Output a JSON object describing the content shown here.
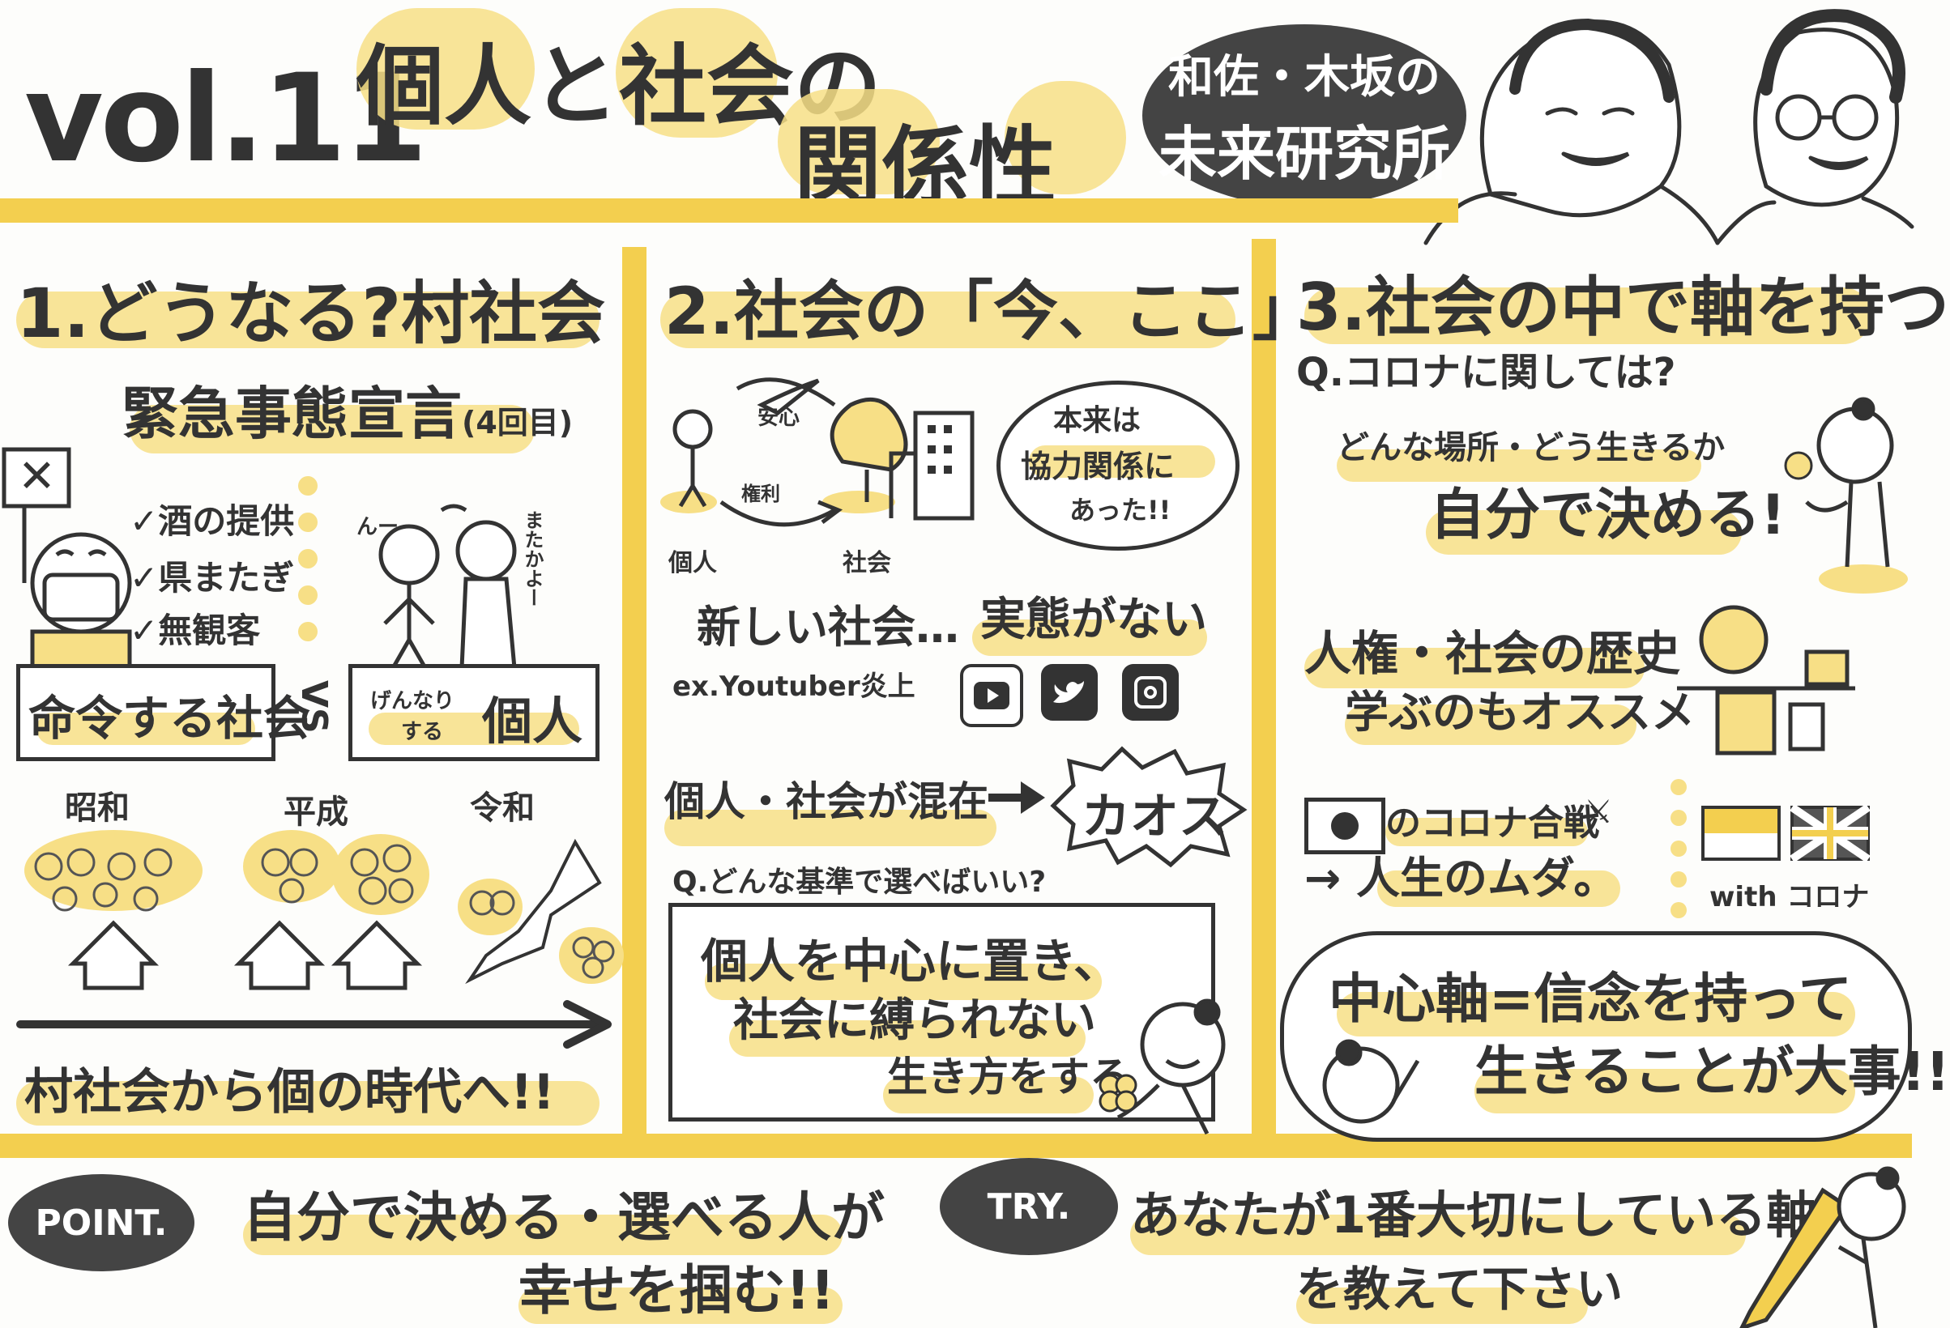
{
  "header": {
    "vol": "vol.11",
    "title_line1": "個人と社会の",
    "title_line2": "関係性",
    "lab_line1": "和佐・木坂の",
    "lab_line2": "未来研究所"
  },
  "section1": {
    "heading": "1.どうなる?村社会",
    "emergency": "緊急事態宣言",
    "emergency_count": "(4回目)",
    "sign": "✕",
    "checks": [
      "✓酒の提供",
      "✓県またぎ",
      "✓無観客"
    ],
    "grumble1": "んー",
    "grumble2": "またかよー",
    "society_box": "命令する社会",
    "vs": "VS",
    "individual_small1": "げんなり",
    "individual_small2": "する",
    "individual_box": "個人",
    "eras": [
      "昭和",
      "平成",
      "令和"
    ],
    "conclusion": "村社会から個の時代へ!!"
  },
  "section2": {
    "heading": "2.社会の「今、ここ」",
    "anshin": "安心",
    "kenri": "権利",
    "kojin": "個人",
    "shakai": "社会",
    "bubble_l1": "本来は",
    "bubble_l2": "協力関係に",
    "bubble_l3": "あった!!",
    "new_society": "新しい社会…",
    "no_reality": "実態がない",
    "example": "ex.Youtuber炎上",
    "mixed": "個人・社会が混在",
    "chaos": "カオス",
    "question": "Q.どんな基準で選べばいい?",
    "answer_l1": "個人を中心に置き、",
    "answer_l2": "社会に縛られない",
    "answer_l3": "生き方をする"
  },
  "section3": {
    "heading": "3.社会の中で軸を持つ",
    "question": "Q.コロナに関しては?",
    "where_how": "どんな場所・どう生きるか",
    "decide": "自分で決める!",
    "history_l1": "人権・社会の歴史",
    "history_l2": "学ぶのもオススメ",
    "corona_battle": "のコロナ合戦",
    "waste": "→ 人生のムダ。",
    "with_corona": "with コロナ",
    "core_l1": "中心軸=信念を持って",
    "core_l2": "生きることが大事!!"
  },
  "footer": {
    "point_label": "POINT.",
    "point_l1": "自分で決める・選べる人が",
    "point_l2": "幸せを掴む!!",
    "try_label": "TRY.",
    "try_l1": "あなたが1番大切にしている軸",
    "try_l2": "を教えて下さい"
  },
  "colors": {
    "accent": "#f3cf4f",
    "highlight": "#f7df86",
    "ink": "#333333",
    "badge": "#444444"
  }
}
